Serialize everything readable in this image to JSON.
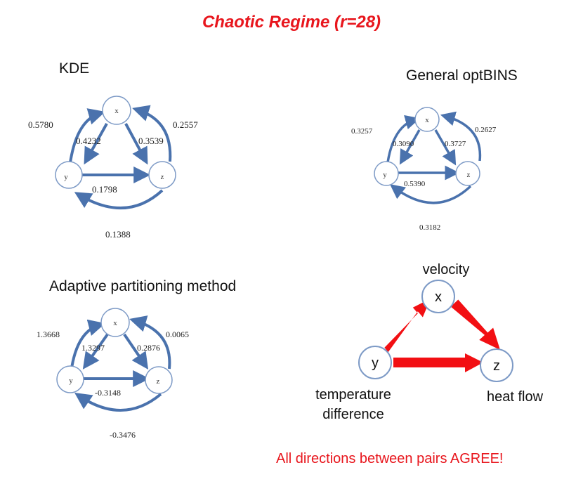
{
  "title": "Chaotic Regime (r=28)",
  "colors": {
    "edge_blue": "#4a72ad",
    "edge_red": "#f20f13",
    "accent_red": "#e8161d",
    "node_stroke": "#7d9ac6"
  },
  "diagrams": {
    "kde": {
      "heading": "KDE",
      "nodes": {
        "x": "x",
        "y": "y",
        "z": "z"
      },
      "weights": {
        "z_to_x_outer": "0.2557",
        "y_to_x_outer": "0.5780",
        "x_to_y": "0.4232",
        "x_to_z": "0.3539",
        "y_to_z": "0.1798",
        "z_to_y_bottom": "0.1388"
      }
    },
    "optbins": {
      "heading": "General optBINS",
      "nodes": {
        "x": "x",
        "y": "y",
        "z": "z"
      },
      "weights": {
        "z_to_x_outer": "0.2627",
        "y_to_x_outer": "0.3257",
        "x_to_y": "0.3090",
        "x_to_z": "0.3727",
        "y_to_z": "0.5390",
        "z_to_y_bottom": "0.3182"
      }
    },
    "adaptive": {
      "heading": "Adaptive partitioning method",
      "nodes": {
        "x": "x",
        "y": "y",
        "z": "z"
      },
      "weights": {
        "z_to_x_outer": "0.0065",
        "y_to_x_outer": "1.3668",
        "x_to_y": "1.3297",
        "x_to_z": "0.2876",
        "y_to_z": "-0.3148",
        "z_to_y_bottom": "-0.3476"
      }
    },
    "summary": {
      "nodes": {
        "x": "x",
        "y": "y",
        "z": "z"
      },
      "x_label": "velocity",
      "y_label_line1": "temperature",
      "y_label_line2": "difference",
      "z_label": "heat flow"
    }
  },
  "footer": "All directions between pairs AGREE!"
}
